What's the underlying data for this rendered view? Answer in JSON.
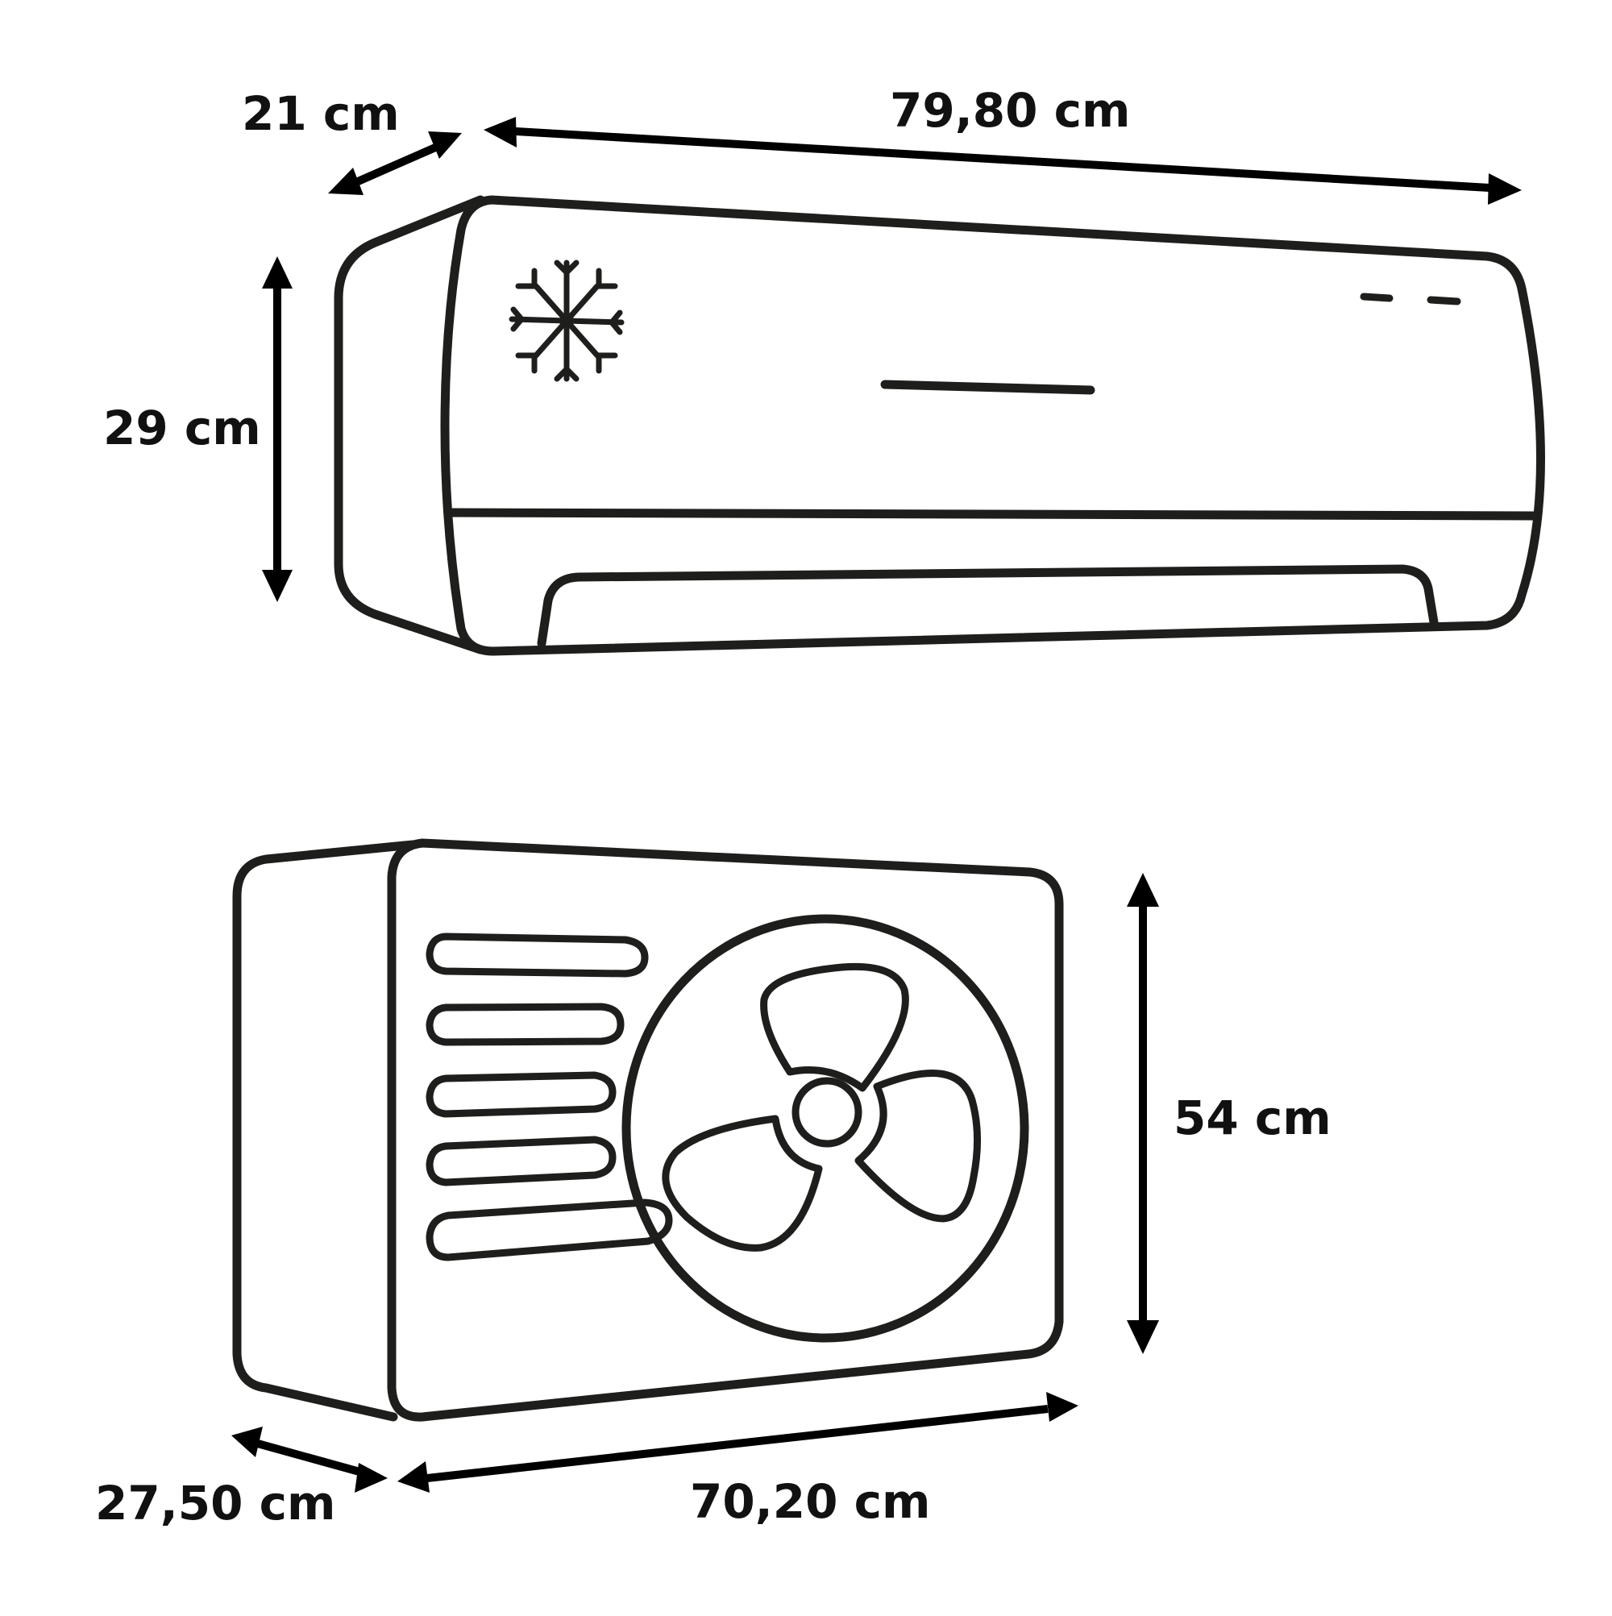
{
  "diagram": {
    "subject": "Split air conditioner dimensions",
    "colors": {
      "line": "#1e1e1c",
      "arrow": "#000000",
      "background": "#ffffff"
    },
    "indoor_unit": {
      "icon": "snowflake-icon",
      "dimensions": {
        "depth": "21 cm",
        "width": "79,80 cm",
        "height": "29 cm"
      }
    },
    "outdoor_unit": {
      "icon": "fan-icon",
      "vent_slots": 5,
      "dimensions": {
        "height": "54 cm",
        "depth": "27,50 cm",
        "width": "70,20 cm"
      }
    }
  }
}
